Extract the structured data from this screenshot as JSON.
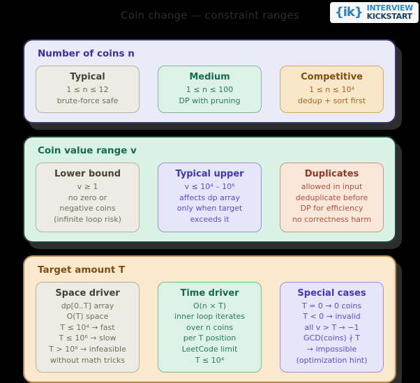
{
  "title": "Coin change — constraint ranges",
  "logo": {
    "mark": "{ik}",
    "line1": "INTERVIEW",
    "line2": "KICKSTART"
  },
  "colors": {
    "background": "#000000",
    "section_lavender": "#eaeaf9",
    "section_mint": "#d9f2e6",
    "section_peach": "#fbe9ce",
    "card_grey": "#edece4",
    "card_green": "#ddf2e7",
    "card_orange": "#fae7c9",
    "card_purple": "#e6e5f9",
    "card_red": "#f9e7dc"
  },
  "sections": [
    {
      "heading": "Number of coins n",
      "cards": [
        {
          "title": "Typical",
          "lines": [
            "1 ≤ n ≤ 12",
            "brute-force safe"
          ]
        },
        {
          "title": "Medium",
          "lines": [
            "1 ≤ n ≤ 100",
            "DP with pruning"
          ]
        },
        {
          "title": "Competitive",
          "lines": [
            "1 ≤ n ≤ 10⁴",
            "dedup + sort first"
          ]
        }
      ]
    },
    {
      "heading": "Coin value range v",
      "cards": [
        {
          "title": "Lower bound",
          "lines": [
            "v ≥ 1",
            "no zero or",
            "negative coins",
            "(infinite loop risk)"
          ]
        },
        {
          "title": "Typical upper",
          "lines": [
            "v ≤ 10⁴ – 10⁶",
            "affects dp array",
            "only when target",
            "exceeds it"
          ]
        },
        {
          "title": "Duplicates",
          "lines": [
            "allowed in input",
            "deduplicate before",
            "DP for efficiency",
            "no correctness harm"
          ]
        }
      ]
    },
    {
      "heading": "Target amount T",
      "cards": [
        {
          "title": "Space driver",
          "lines": [
            "dp[0..T] array",
            "O(T) space",
            "T ≤ 10⁴ → fast",
            "T ≤ 10⁶ → slow",
            "T > 10⁸ → infeasible",
            "without math tricks"
          ]
        },
        {
          "title": "Time driver",
          "lines": [
            "O(n × T)",
            "inner loop iterates",
            "over n coins",
            "per T position",
            "LeetCode limit",
            "T ≤ 10⁴"
          ]
        },
        {
          "title": "Special cases",
          "lines": [
            "T = 0 → 0 coins",
            "T < 0 → invalid",
            "all v > T → −1",
            "GCD(coins) ∤ T",
            "→ impossible",
            "(optimization hint)"
          ]
        }
      ]
    }
  ]
}
